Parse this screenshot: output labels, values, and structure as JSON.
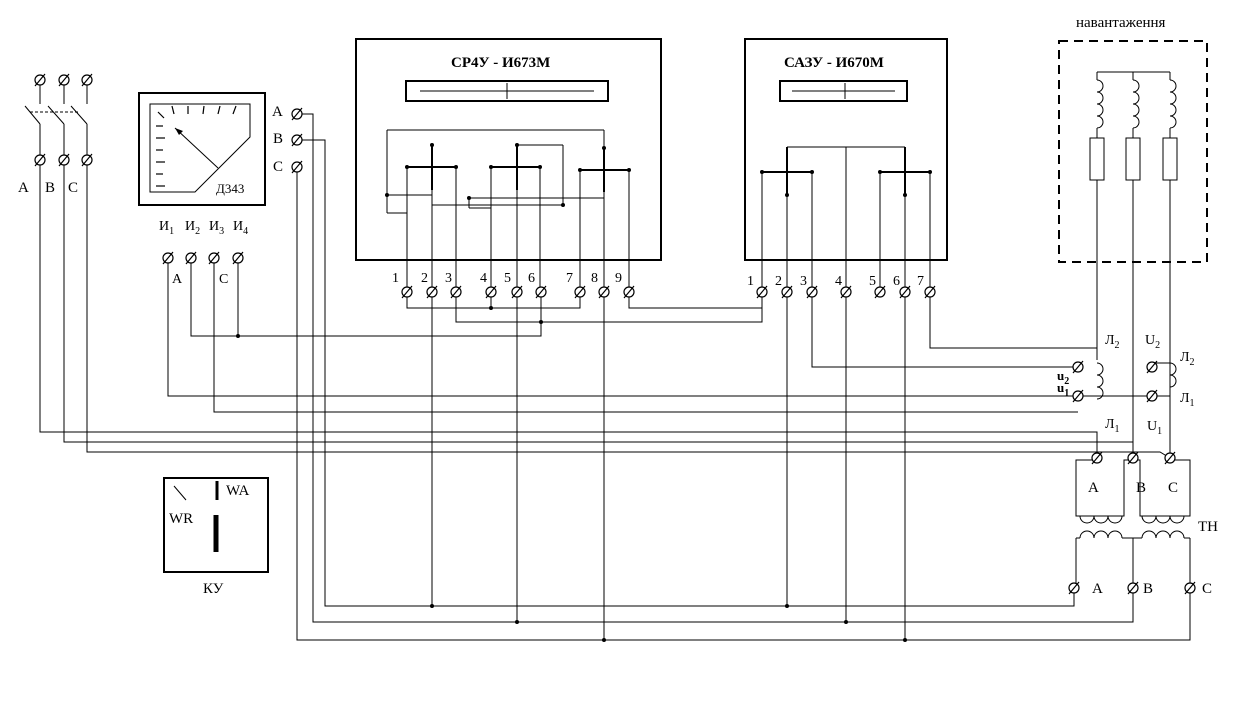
{
  "meters": {
    "active": {
      "title": "СР4У - И673М",
      "terminals": [
        "1",
        "2",
        "3",
        "4",
        "5",
        "6",
        "7",
        "8",
        "9"
      ]
    },
    "reactive": {
      "title": "САЗУ - И670М",
      "terminals": [
        "1",
        "2",
        "3",
        "4",
        "5",
        "6",
        "7"
      ]
    }
  },
  "load": {
    "label": "навантаження"
  },
  "wattmeter": {
    "label": "Д343"
  },
  "meter_terminals": {
    "labels": [
      "И1",
      "И2",
      "И3",
      "И4"
    ],
    "under": [
      "A",
      "C"
    ]
  },
  "switch_labels": [
    "A",
    "B",
    "C"
  ],
  "feed_labels": [
    "A",
    "B",
    "C"
  ],
  "kv": {
    "label": "КУ",
    "wa": "WA",
    "wr": "WR"
  },
  "ct": {
    "l2_left": "Л2",
    "u2": "U2",
    "l2_right": "Л2",
    "u2_small": "u2",
    "u1_small": "u1",
    "l1_right": "Л1",
    "l1_left": "Л1",
    "u1": "U1"
  },
  "vt": {
    "label": "ТН",
    "primary": [
      "A",
      "B",
      "C"
    ],
    "secondary": [
      "A",
      "B",
      "C"
    ]
  }
}
